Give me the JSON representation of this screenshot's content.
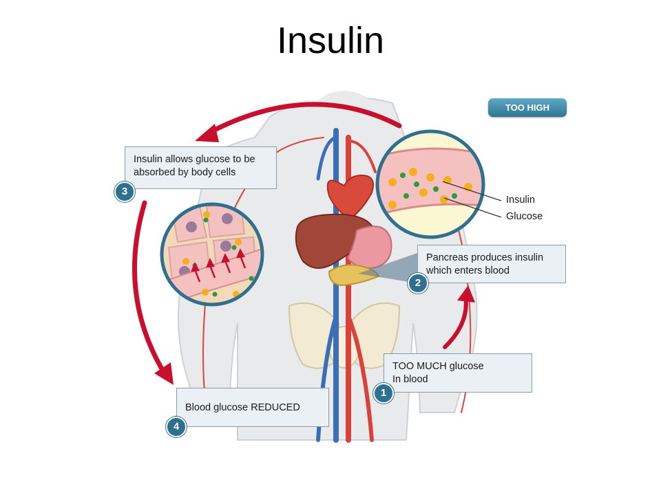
{
  "title": "Insulin",
  "status_badge": "TOO HIGH",
  "steps": [
    {
      "number": "1",
      "lines": [
        "TOO MUCH glucose",
        "In blood"
      ]
    },
    {
      "number": "2",
      "lines": [
        "Pancreas produces insulin",
        "which enters blood"
      ]
    },
    {
      "number": "3",
      "lines": [
        "Insulin allows glucose to be",
        "absorbed by body cells"
      ]
    },
    {
      "number": "4",
      "lines": [
        "Blood glucose REDUCED"
      ]
    }
  ],
  "legend": {
    "insulin": "Insulin",
    "glucose": "Glucose"
  },
  "colors": {
    "arrow": "#c8102e",
    "badge": "#2f6f8f",
    "insulin_dot": "#2e9a3c",
    "glucose_dot": "#f2b01e",
    "box_fill": "#eaf0f4"
  }
}
